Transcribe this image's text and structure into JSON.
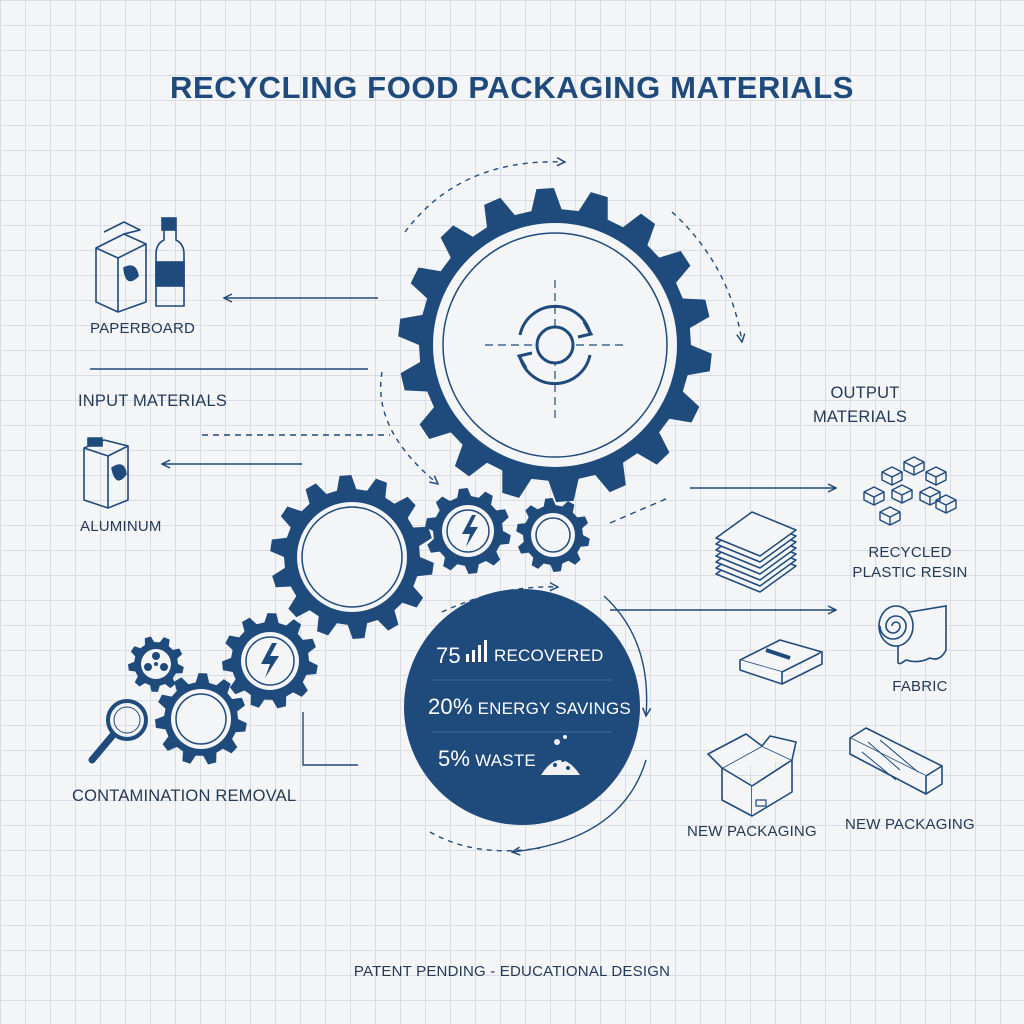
{
  "title": "RECYCLING FOOD PACKAGING MATERIALS",
  "labels": {
    "paperboard": "PAPERBOARD",
    "input_materials": "INPUT MATERIALS",
    "aluminum": "ALUMINUM",
    "contamination_removal": "CONTAMINATION REMOVAL",
    "output_materials_line1": "OUTPUT",
    "output_materials_line2": "MATERIALS",
    "recycled_resin_line1": "RECYCLED",
    "recycled_resin_line2": "PLASTIC RESIN",
    "fabric": "FABRIC",
    "new_packaging_1": "NEW PACKAGING",
    "new_packaging_2": "NEW PACKAGING"
  },
  "stats": {
    "recovered_value": "75",
    "recovered_label": "RECOVERED",
    "energy_value": "20%",
    "energy_label": "ENERGY SAVINGS",
    "waste_value": "5%",
    "waste_label": "WASTE"
  },
  "footer": "PATENT PENDING - EDUCATIONAL DESIGN",
  "icons": [
    "carton-icon",
    "bottle-icon",
    "aluminum-can-icon",
    "magnifier-icon",
    "recycle-arrows-icon",
    "lightning-icon",
    "bar-chart-icon",
    "waste-pile-icon",
    "resin-pellets-icon",
    "paper-stack-icon",
    "fabric-roll-icon",
    "metal-bar-icon",
    "cardboard-box-icon",
    "wrapped-package-icon"
  ],
  "colors": {
    "primary": "#1f4a7c",
    "text": "#233a57",
    "background": "#f4f5f6",
    "grid": "#d9dde3"
  }
}
